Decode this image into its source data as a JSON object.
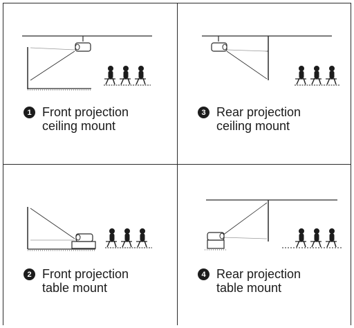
{
  "panels": [
    {
      "number": "1",
      "line1": "Front projection",
      "line2": "ceiling mount"
    },
    {
      "number": "3",
      "line1": "Rear projection",
      "line2": "ceiling mount"
    },
    {
      "number": "2",
      "line1": "Front projection",
      "line2": "table mount"
    },
    {
      "number": "4",
      "line1": "Rear projection",
      "line2": "table mount"
    }
  ],
  "colors": {
    "line": "#2a2a2a",
    "ink": "#1c1c1c"
  }
}
